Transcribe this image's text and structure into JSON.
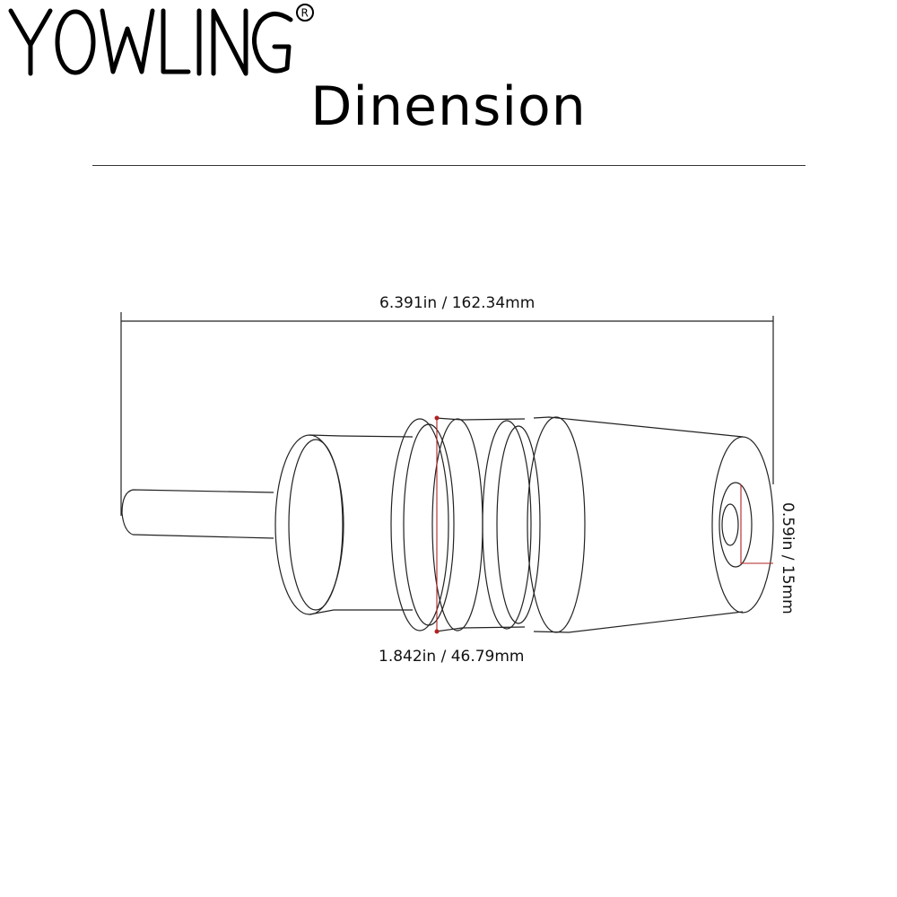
{
  "brand": {
    "logo_text": "YOWLING",
    "registered_mark": "®"
  },
  "page": {
    "title": "Dinension"
  },
  "dimensions": {
    "overall_length": "6.391in / 162.34mm",
    "outer_diameter": "1.842in / 46.79mm",
    "hole_diameter": "0.59in / 15mm"
  },
  "colors": {
    "outline": "#222222",
    "dimension_line": "#333333",
    "measure_accent": "#b22222"
  }
}
